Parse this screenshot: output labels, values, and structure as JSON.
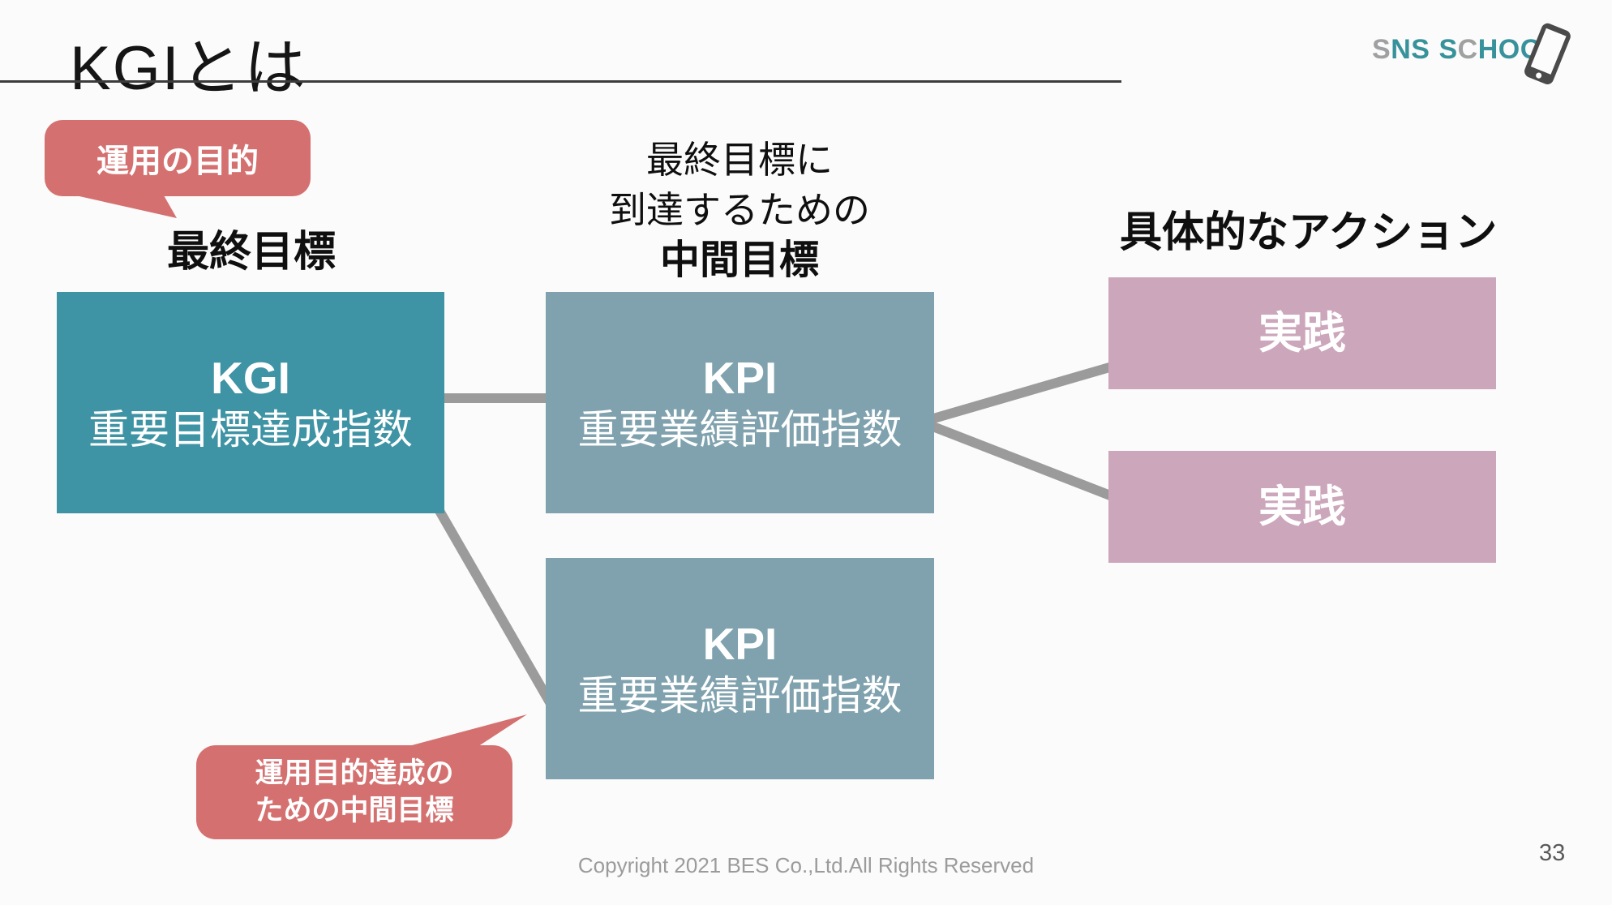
{
  "slide": {
    "title": "KGIとは",
    "footer": "Copyright 2021 BES Co.,Ltd.All Rights Reserved",
    "page_number": "33"
  },
  "logo": {
    "name": "SNS SCHOOL",
    "word1": [
      {
        "ch": "S",
        "color": "#9FA0A2"
      },
      {
        "ch": "N",
        "color": "#37929B"
      },
      {
        "ch": "S",
        "color": "#37929B"
      }
    ],
    "word2": [
      {
        "ch": "S",
        "color": "#37929B"
      },
      {
        "ch": "C",
        "color": "#9FA0A2"
      },
      {
        "ch": "H",
        "color": "#37929B"
      },
      {
        "ch": "O",
        "color": "#37929B"
      },
      {
        "ch": "O",
        "color": "#37929B"
      },
      {
        "ch": "L",
        "color": "#37929B"
      }
    ]
  },
  "callouts": {
    "top": {
      "text": "運用の目的"
    },
    "bottom": {
      "line1": "運用目的達成の",
      "line2": "ための中間目標"
    }
  },
  "labels": {
    "final_goal": "最終目標",
    "intermediate_line1": "最終目標に",
    "intermediate_line2": "到達するための",
    "intermediate_line3": "中間目標",
    "action": "具体的なアクション"
  },
  "boxes": {
    "kgi": {
      "title": "KGI",
      "subtitle": "重要目標達成指数",
      "color": "#3E93A4"
    },
    "kpi_top": {
      "title": "KPI",
      "subtitle": "重要業績評価指数",
      "color": "#7FA2AE"
    },
    "kpi_bottom": {
      "title": "KPI",
      "subtitle": "重要業績評価指数",
      "color": "#7FA2AE"
    },
    "practice_top": {
      "title": "実践",
      "color": "#CCA6BB"
    },
    "practice_bottom": {
      "title": "実践",
      "color": "#CCA6BB"
    }
  },
  "colors": {
    "background": "#FBFBFB",
    "callout_red": "#D47170",
    "connector_gray": "#9B9B9B",
    "underline_dark": "#3C3C3C",
    "footer_gray": "#9B9B9B",
    "page_gray": "#595959",
    "phone_dark": "#4A4A4A"
  }
}
